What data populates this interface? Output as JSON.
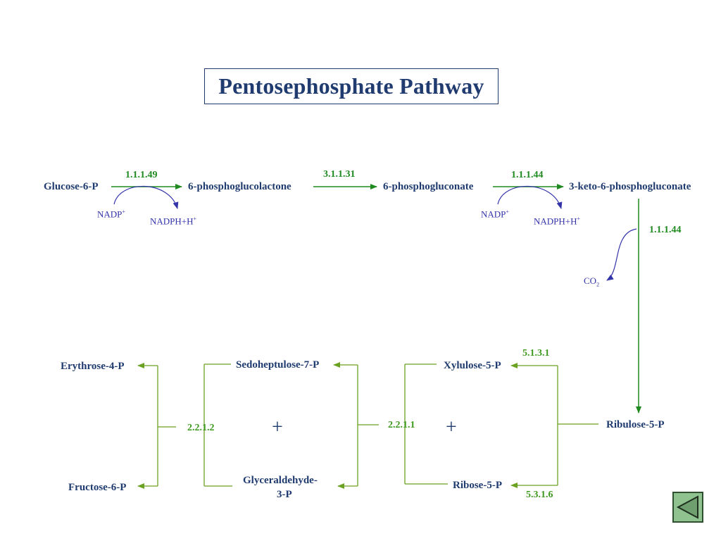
{
  "title": "Pentosephosphate Pathway",
  "metabolites": {
    "glucose_6p": "Glucose-6-P",
    "phosphoglucolactone": "6-phosphoglucolactone",
    "phosphogluconate": "6-phosphogluconate",
    "keto_phosphogluconate": "3-keto-6-phosphogluconate",
    "ribulose_5p": "Ribulose-5-P",
    "xylulose_5p": "Xylulose-5-P",
    "ribose_5p": "Ribose-5-P",
    "sedoheptulose_7p": "Sedoheptulose-7-P",
    "glyceraldehyde_3p_line1": "Glyceraldehyde-",
    "glyceraldehyde_3p_line2": "3-P",
    "erythrose_4p": "Erythrose-4-P",
    "fructose_6p": "Fructose-6-P"
  },
  "enzymes": {
    "e1": "1.1.1.49",
    "e2": "3.1.1.31",
    "e3": "1.1.1.44",
    "e4": "1.1.1.44",
    "e5": "5.1.3.1",
    "e6": "5.3.1.6",
    "e7": "2.2.1.1",
    "e8": "2.2.1.2"
  },
  "cofactors": {
    "nadp_1": "NADP",
    "nadph_1": "NADPH+H",
    "nadp_2": "NADP",
    "nadph_2": "NADPH+H",
    "plus_sup": "+",
    "co2_main": "CO",
    "co2_sub": "2"
  },
  "plus_sign": "+",
  "colors": {
    "title": "#1f3b6f",
    "metabolite": "#1f3b6f",
    "enzyme": "#1f8a1f",
    "main_arrow": "#1f8a1f",
    "branch_line": "#6aa121",
    "cofactor": "#3333aa",
    "nav_button": "#8fc28f"
  },
  "nav": {
    "icon": "back-triangle-icon"
  }
}
